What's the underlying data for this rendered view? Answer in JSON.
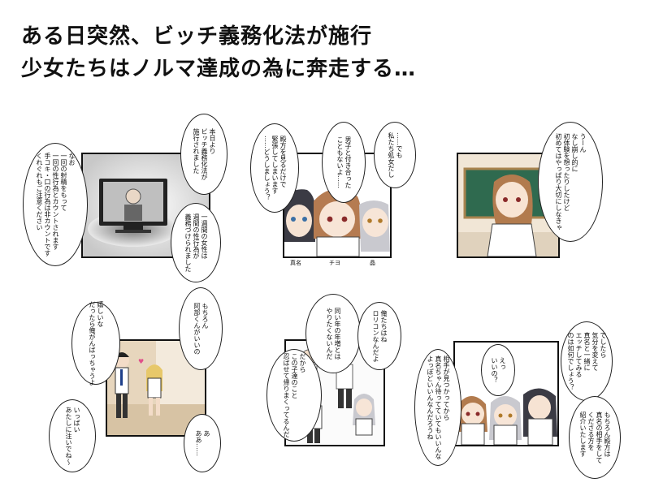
{
  "title_line1": "ある日突然、ビッチ義務化法が施行",
  "title_line2": "少女たちはノルマ達成の為に奔走する…",
  "p1": {
    "b1": "本日より\nビッチ義務化法が\n施行されました",
    "b2": "一週間の女性は\n週間の性行為が\n義務づけられました",
    "b3": "なお\n一回の射精をもって\n一回の性行為とカウントされます\n手コキ・口の行為は非カウントです\nくれぐれもご注意ください"
  },
  "p2": {
    "b1": "殿方を見るだけで\n緊張してしまいます\n……どうしましょう？",
    "b2": "男子と付き合った\nこともないよ……",
    "b3": "……でも\n私たち処女だし",
    "names": [
      "真名",
      "チヨ",
      "晶"
    ]
  },
  "p3": {
    "b1": "うーん\nなし崩し的に\n初体験を想ったりしたけど\n初めてはやっぱり大切にしなきゃ"
  },
  "p4": {
    "b1": "嬉しいな\nだったら俺がんばっちゃうよ",
    "b2": "もちろん\n阿部くんがいいの",
    "b3": "いっぱい\nあたしに注いでね〜",
    "b4": "あ\nああ……"
  },
  "p5": {
    "b1": "同い年の年増とは\nやりたくないんだ",
    "b2": "俺たちはね\nロリコンなんだよ",
    "b3": "だから\nこの子達のこと\n忍ばせて帰りまくってるんだ"
  },
  "p6": {
    "b1": "でしたら\n気分を変えて\n真名と一緒に\nエッチしてみる\nのは如何でしょう？",
    "b2": "えっ\nいいの？",
    "b3": "もちろん殿方は\n真名の相手をして\nくださる方を\n紹介いたします",
    "b4": "相手が見つかってから\n真名ちゃん待ってていてもいいんな\nよっぽどいいんなんだろうね"
  }
}
